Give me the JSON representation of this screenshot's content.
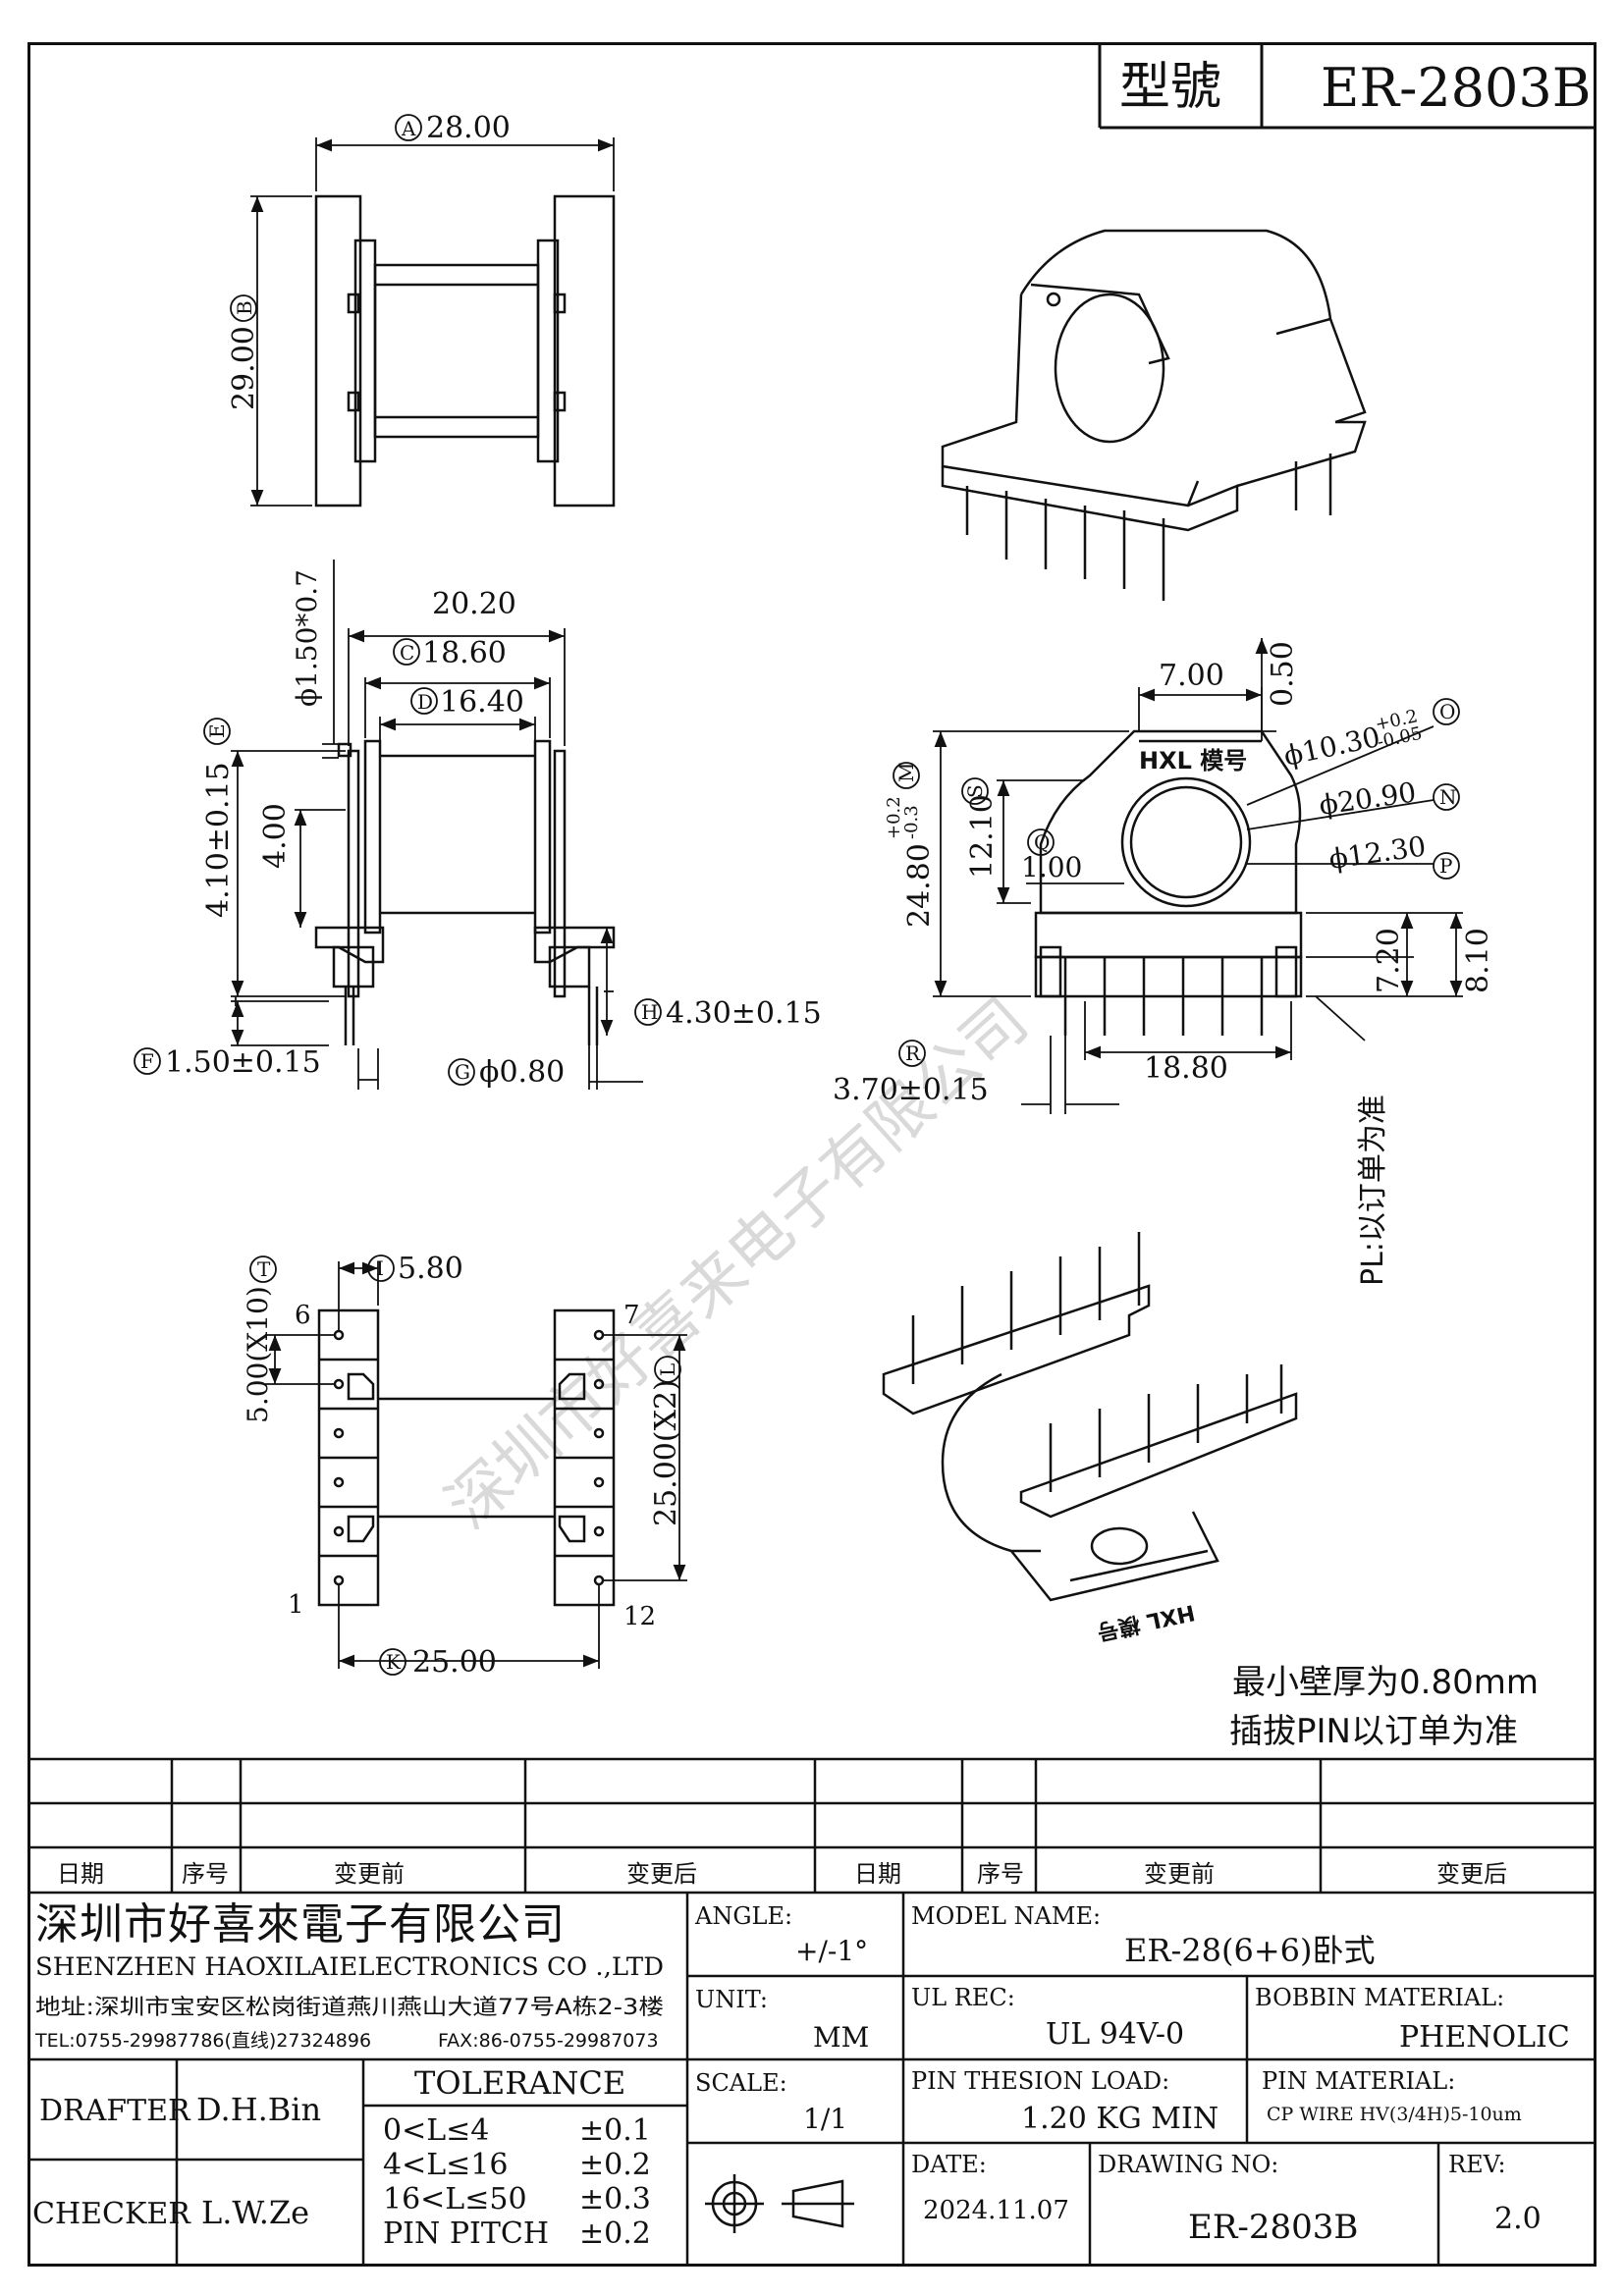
{
  "header": {
    "model_label": "型號",
    "model_value": "ER-2803B"
  },
  "dims": {
    "A": "A",
    "A_val": "28.00",
    "B": "B",
    "B_val": "29.00",
    "C": "C",
    "C_val": "18.60",
    "D": "D",
    "D_val": "16.40",
    "d20": "20.20",
    "pin_dia": "ϕ1.50*0.7",
    "E": "E",
    "E_val": "4.10±0.15",
    "d400": "4.00",
    "F": "F",
    "F_val": "1.50±0.15",
    "G": "G",
    "G_val": "ϕ0.80",
    "H": "H",
    "H_val": "4.30±0.15",
    "d700": "7.00",
    "d050": "0.50",
    "O": "O",
    "O_val": "ϕ10.30",
    "O_tol_plus": "+0.2",
    "O_tol_minus": "-0.05",
    "N": "N",
    "N_val": "ϕ20.90",
    "P": "P",
    "P_val": "ϕ12.30",
    "M": "M",
    "M_val": "24.80",
    "M_tol_plus": "+0.2",
    "M_tol_minus": "-0.3",
    "S": "S",
    "S_val": "12.10",
    "Q": "Q",
    "Q_val": "1.00",
    "d720": "7.20",
    "d810": "8.10",
    "d1880": "18.80",
    "R": "R",
    "R_val": "3.70±0.15",
    "T": "T",
    "T_val": "5.00(X10)",
    "I": "I",
    "I_val": "5.80",
    "L": "L",
    "L_val": "25.00(X2)",
    "K": "K",
    "K_val": "25.00",
    "pin1": "1",
    "pin6": "6",
    "pin7": "7",
    "pin12": "12",
    "logo_text": "HXL 模号",
    "logo_text_flipped": "HXL 模号"
  },
  "notes": {
    "pl_note": "PL:以订单为准",
    "wall": "最小壁厚为0.80mm",
    "pin_note": "插拔PIN以订单为准"
  },
  "watermark": "深圳市好喜来电子有限公司",
  "revision_table": {
    "headers": [
      "日期",
      "序号",
      "变更前",
      "变更后",
      "日期",
      "序号",
      "变更前",
      "变更后"
    ]
  },
  "title_block": {
    "company_cn": "深圳市好喜來電子有限公司",
    "company_en": "SHENZHEN HAOXILAIELECTRONICS CO .,LTD",
    "address": "地址:深圳市宝安区松岗街道燕川燕山大道77号A栋2-3楼",
    "tel": "TEL:0755-29987786(直线)27324896",
    "fax": "FAX:86-0755-29987073",
    "drafter_label": "DRAFTER",
    "drafter": "D.H.Bin",
    "checker_label": "CHECKER",
    "checker": "L.W.Ze",
    "tolerance_label": "TOLERANCE",
    "tolerance_rows": [
      {
        "range": "0<L≤4",
        "tol": "±0.1"
      },
      {
        "range": "4<L≤16",
        "tol": "±0.2"
      },
      {
        "range": "16<L≤50",
        "tol": "±0.3"
      },
      {
        "range": "PIN PITCH",
        "tol": "±0.2"
      }
    ],
    "angle_label": "ANGLE:",
    "angle": "+/-1°",
    "unit_label": "UNIT:",
    "unit": "MM",
    "scale_label": "SCALE:",
    "scale": "1/1",
    "model_name_label": "MODEL NAME:",
    "model_name": "ER-28(6+6)卧式",
    "ul_label": "UL REC:",
    "ul": "UL 94V-0",
    "bobbin_label": "BOBBIN MATERIAL:",
    "bobbin": "PHENOLIC",
    "load_label": "PIN THESION LOAD:",
    "load": "1.20 KG MIN",
    "pin_mat_label": "PIN MATERIAL:",
    "pin_mat": "CP WIRE HV(3/4H)5-10um",
    "date_label": "DATE:",
    "date": "2024.11.07",
    "drawing_label": "DRAWING NO:",
    "drawing": "ER-2803B",
    "rev_label": "REV:",
    "rev": "2.0"
  }
}
